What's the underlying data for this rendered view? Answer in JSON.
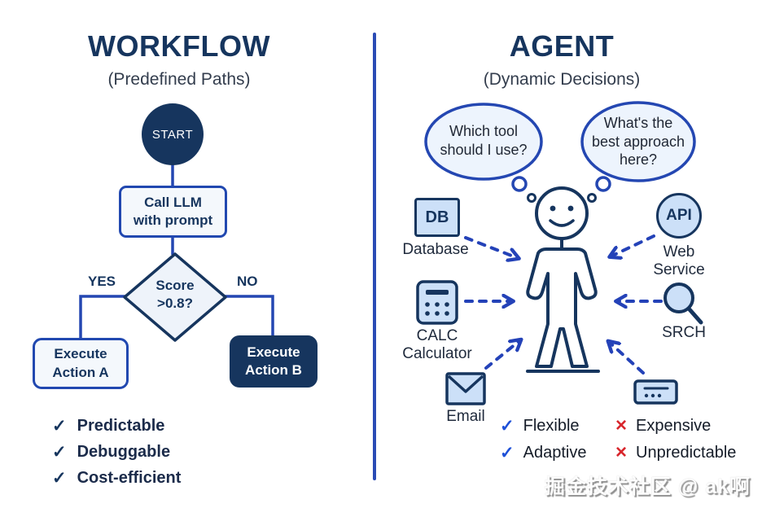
{
  "left": {
    "title": "WORKFLOW",
    "subtitle": "(Predefined Paths)",
    "flow": {
      "start": "START",
      "call_llm": "Call LLM\nwith prompt",
      "decision": "Score\n>0.8?",
      "yes": "YES",
      "no": "NO",
      "action_a": "Execute\nAction A",
      "action_b": "Execute\nAction B"
    },
    "check_glyph": "✓",
    "benefits": [
      {
        "label": "Predictable"
      },
      {
        "label": "Debuggable"
      },
      {
        "label": "Cost-efficient"
      }
    ]
  },
  "right": {
    "title": "AGENT",
    "subtitle": "(Dynamic Decisions)",
    "thoughts": [
      {
        "text": "Which tool\nshould I use?"
      },
      {
        "text": "What's the\nbest approach\nhere?"
      }
    ],
    "tools": {
      "db": {
        "abbr": "DB",
        "label": "Database"
      },
      "api": {
        "abbr": "API",
        "label": "Web\nService"
      },
      "calc": {
        "label": "CALC\nCalculator"
      },
      "srch": {
        "label": "SRCH"
      },
      "email": {
        "label": "Email"
      }
    },
    "check_glyph": "✓",
    "cross_glyph": "×",
    "pros": [
      {
        "label": "Flexible"
      },
      {
        "label": "Adaptive"
      }
    ],
    "cons": [
      {
        "label": "Expensive"
      },
      {
        "label": "Unpredictable"
      }
    ]
  },
  "watermark": "掘金技术社区 @ ak啊",
  "colors": {
    "navy": "#16355e",
    "line_blue": "#2447b2",
    "box_fill": "#f4f8fc",
    "icon_fill": "#cce0f8",
    "bubble_fill": "#edf4fd",
    "check_blue": "#1d4fd7",
    "cross_red": "#d8262c"
  }
}
